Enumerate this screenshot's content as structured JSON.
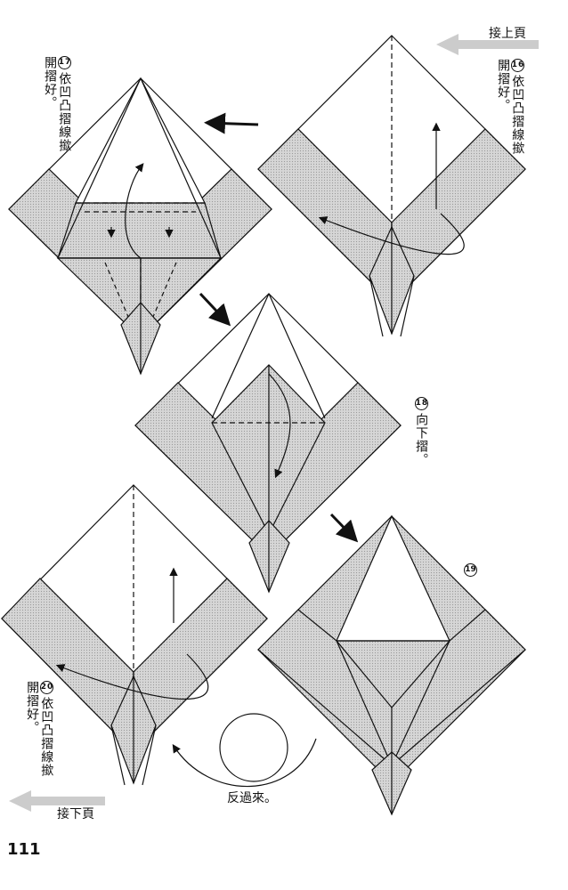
{
  "page_number": "111",
  "nav": {
    "prev": "接上頁",
    "next": "接下頁"
  },
  "steps": [
    {
      "num": "16",
      "text": "依凹凸摺線撳開摺好。"
    },
    {
      "num": "17",
      "text": "依凹凸摺線撳開摺好。"
    },
    {
      "num": "18",
      "text": "向下摺。"
    },
    {
      "num": "19",
      "text": ""
    },
    {
      "num": "20",
      "text": "依凹凸摺線撳開摺好。"
    }
  ],
  "turn_over": "反過來。",
  "colors": {
    "line": "#111111",
    "gray_fill": "#cfcfcf",
    "arrow_gray": "#cccccc"
  }
}
